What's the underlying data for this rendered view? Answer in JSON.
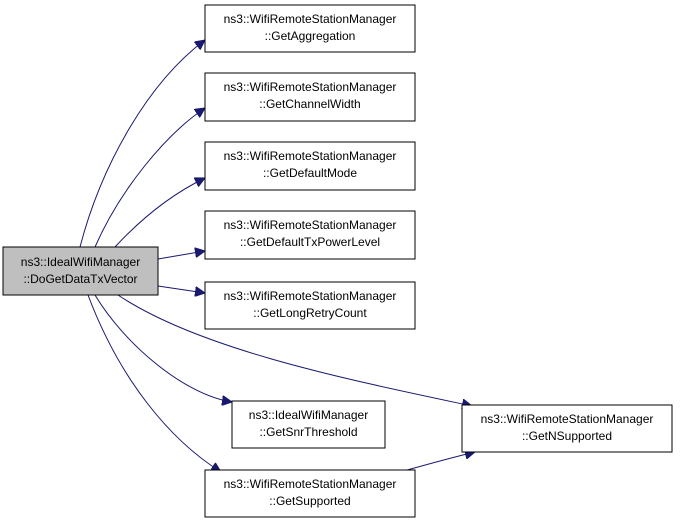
{
  "colors": {
    "edge": "#191970",
    "node_border": "#000000",
    "node_fill": "#ffffff",
    "root_fill": "#bfbfbf",
    "text": "#000000"
  },
  "nodes": {
    "root": {
      "line1": "ns3::IdealWifiManager",
      "line2": "::DoGetDataTxVector"
    },
    "get_aggregation": {
      "line1": "ns3::WifiRemoteStationManager",
      "line2": "::GetAggregation"
    },
    "get_channel_width": {
      "line1": "ns3::WifiRemoteStationManager",
      "line2": "::GetChannelWidth"
    },
    "get_default_mode": {
      "line1": "ns3::WifiRemoteStationManager",
      "line2": "::GetDefaultMode"
    },
    "get_default_tx_power_level": {
      "line1": "ns3::WifiRemoteStationManager",
      "line2": "::GetDefaultTxPowerLevel"
    },
    "get_long_retry_count": {
      "line1": "ns3::WifiRemoteStationManager",
      "line2": "::GetLongRetryCount"
    },
    "get_snr_threshold": {
      "line1": "ns3::IdealWifiManager",
      "line2": "::GetSnrThreshold"
    },
    "get_supported": {
      "line1": "ns3::WifiRemoteStationManager",
      "line2": "::GetSupported"
    },
    "get_n_supported": {
      "line1": "ns3::WifiRemoteStationManager",
      "line2": "::GetNSupported"
    }
  },
  "edges": [
    {
      "from": "root",
      "to": "get_aggregation"
    },
    {
      "from": "root",
      "to": "get_channel_width"
    },
    {
      "from": "root",
      "to": "get_default_mode"
    },
    {
      "from": "root",
      "to": "get_default_tx_power_level"
    },
    {
      "from": "root",
      "to": "get_long_retry_count"
    },
    {
      "from": "root",
      "to": "get_n_supported"
    },
    {
      "from": "root",
      "to": "get_snr_threshold"
    },
    {
      "from": "root",
      "to": "get_supported"
    },
    {
      "from": "get_supported",
      "to": "get_n_supported"
    }
  ]
}
